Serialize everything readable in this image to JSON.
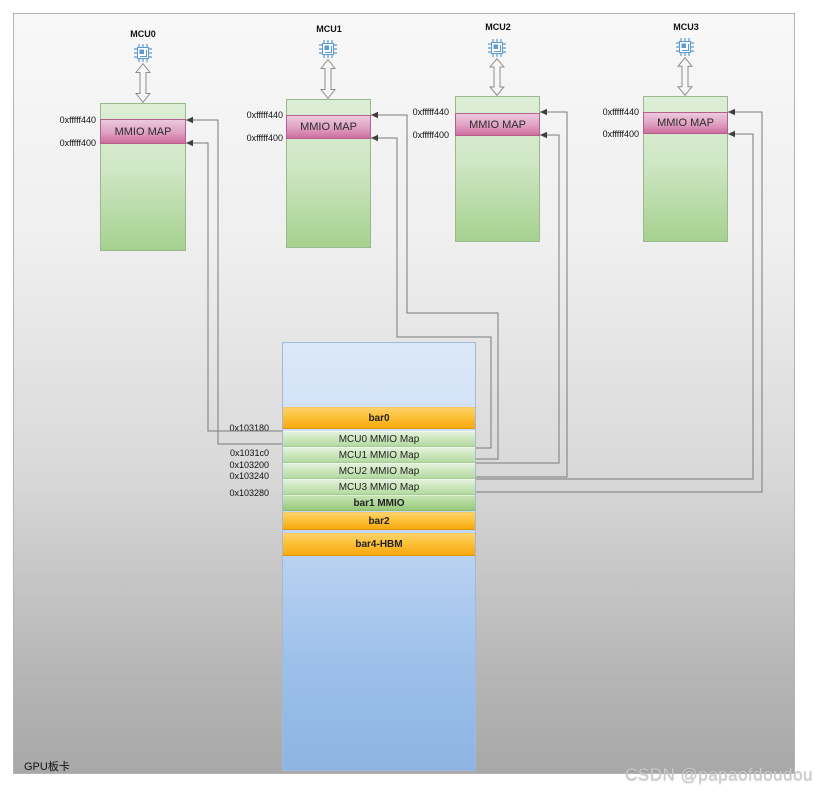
{
  "mcus": [
    {
      "name": "MCU0",
      "mmio_map_label": "MMIO MAP",
      "addr_top": "0xfffff440",
      "addr_bottom": "0xfffff400"
    },
    {
      "name": "MCU1",
      "mmio_map_label": "MMIO MAP",
      "addr_top": "0xfffff440",
      "addr_bottom": "0xfffff400"
    },
    {
      "name": "MCU2",
      "mmio_map_label": "MMIO MAP",
      "addr_top": "0xfffff440",
      "addr_bottom": "0xfffff400"
    },
    {
      "name": "MCU3",
      "mmio_map_label": "MMIO MAP",
      "addr_top": "0xfffff440",
      "addr_bottom": "0xfffff400"
    }
  ],
  "gpu_block": {
    "segments": [
      {
        "label": "bar0",
        "kind": "bar"
      },
      {
        "label": "MCU0 MMIO Map",
        "kind": "map"
      },
      {
        "label": "MCU1 MMIO Map",
        "kind": "map"
      },
      {
        "label": "MCU2 MMIO Map",
        "kind": "map"
      },
      {
        "label": "MCU3 MMIO Map",
        "kind": "map"
      },
      {
        "label": "bar1 MMIO",
        "kind": "map-bold"
      },
      {
        "label": "bar2",
        "kind": "bar"
      },
      {
        "label": "bar4-HBM",
        "kind": "bar"
      }
    ],
    "addresses": [
      "0x103180",
      "0x1031c0",
      "0x103200",
      "0x103240",
      "0x103280"
    ]
  },
  "board_label": "GPU板卡",
  "watermark": "CSDN @papaofdoudou",
  "colors": {
    "mcu_green": "#a6d18f",
    "mmio_pink": "#cd6f9d",
    "bar_orange": "#faa80f",
    "gpu_blue": "#8fb4e3",
    "wire_gray": "#7a7a7a"
  }
}
